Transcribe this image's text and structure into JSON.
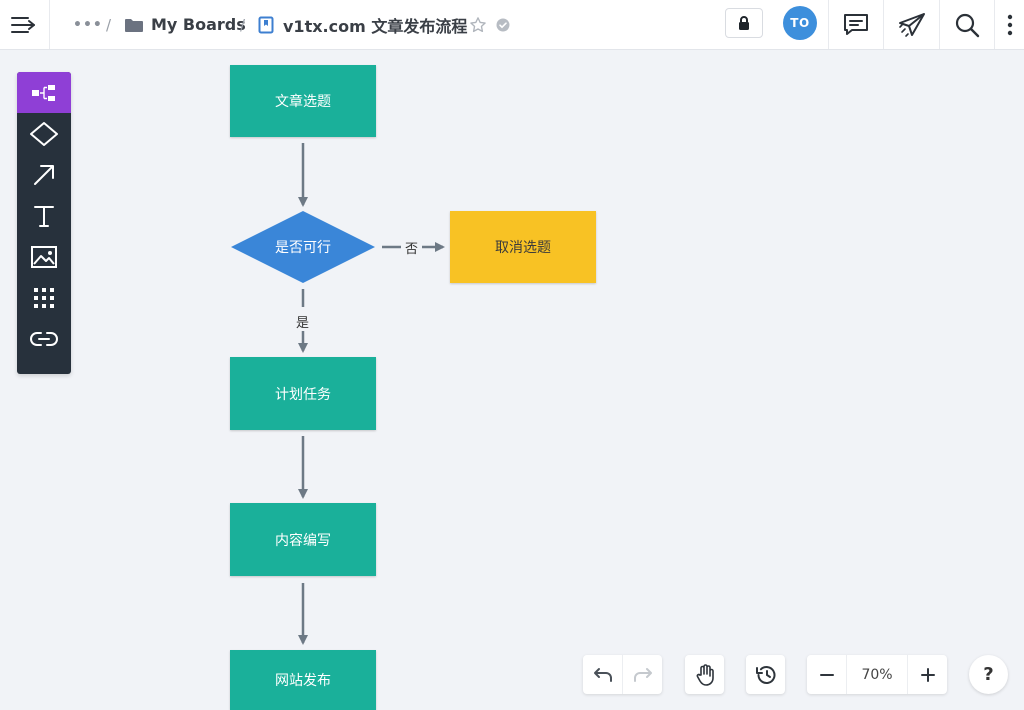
{
  "breadcrumb": {
    "more": "•••",
    "separator": "/",
    "folder": "My Boards",
    "board_title": "v1tx.com 文章发布流程"
  },
  "user": {
    "initials": "TO"
  },
  "colors": {
    "teal": "#1ab09a",
    "yellow": "#f8c224",
    "blue": "#3d8fdc",
    "toolbar_bg": "#27313c",
    "toolbar_active": "#8f3fd6",
    "canvas_bg": "#f1f3f7"
  },
  "toolbar": {
    "tools": [
      {
        "name": "frames-icon",
        "active": true
      },
      {
        "name": "shape-diamond-icon",
        "active": false
      },
      {
        "name": "arrow-icon",
        "active": false
      },
      {
        "name": "text-icon",
        "active": false
      },
      {
        "name": "image-icon",
        "active": false
      },
      {
        "name": "grid-dots-icon",
        "active": false
      },
      {
        "name": "link-icon",
        "active": false
      }
    ]
  },
  "flowchart": {
    "nodes": {
      "topic": "文章选题",
      "decision": "是否可行",
      "cancel": "取消选题",
      "plan": "计划任务",
      "write": "内容编写",
      "publish": "网站发布"
    },
    "edge_labels": {
      "no": "否",
      "yes": "是"
    }
  },
  "controls": {
    "zoom": "70%",
    "help": "?"
  }
}
